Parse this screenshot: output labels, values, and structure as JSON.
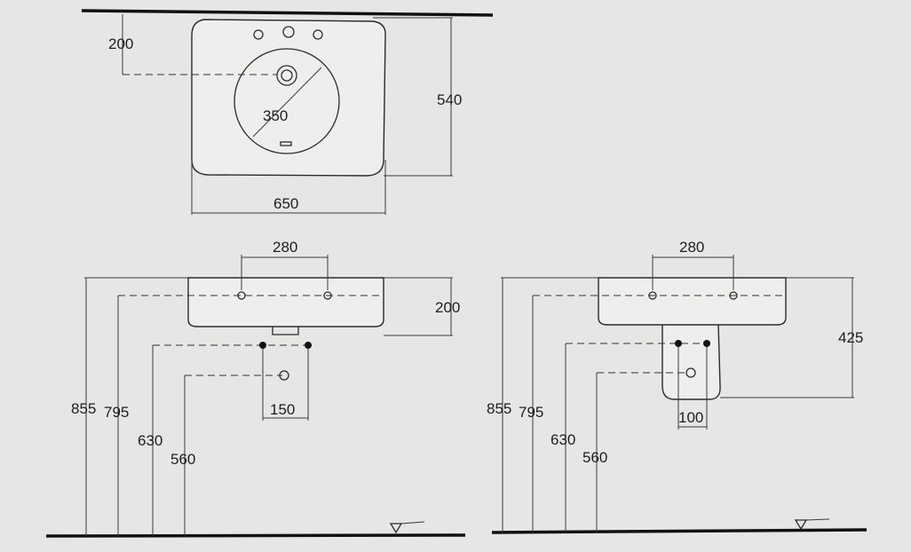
{
  "top_view": {
    "dim_tap_offset": "200",
    "dim_depth": "540",
    "dim_bowl_diameter": "350",
    "dim_width": "650"
  },
  "front_view": {
    "dim_tap_spacing": "280",
    "dim_basin_height": "200",
    "dim_waste_spacing": "150",
    "dim_total_height": "855",
    "dim_tap_height": "795",
    "dim_supply_height": "630",
    "dim_waste_height": "560"
  },
  "side_view": {
    "dim_tap_spacing": "280",
    "dim_pedestal_height": "425",
    "dim_waste_spacing": "100",
    "dim_total_height": "855",
    "dim_tap_height": "795",
    "dim_supply_height": "630",
    "dim_waste_height": "560"
  }
}
